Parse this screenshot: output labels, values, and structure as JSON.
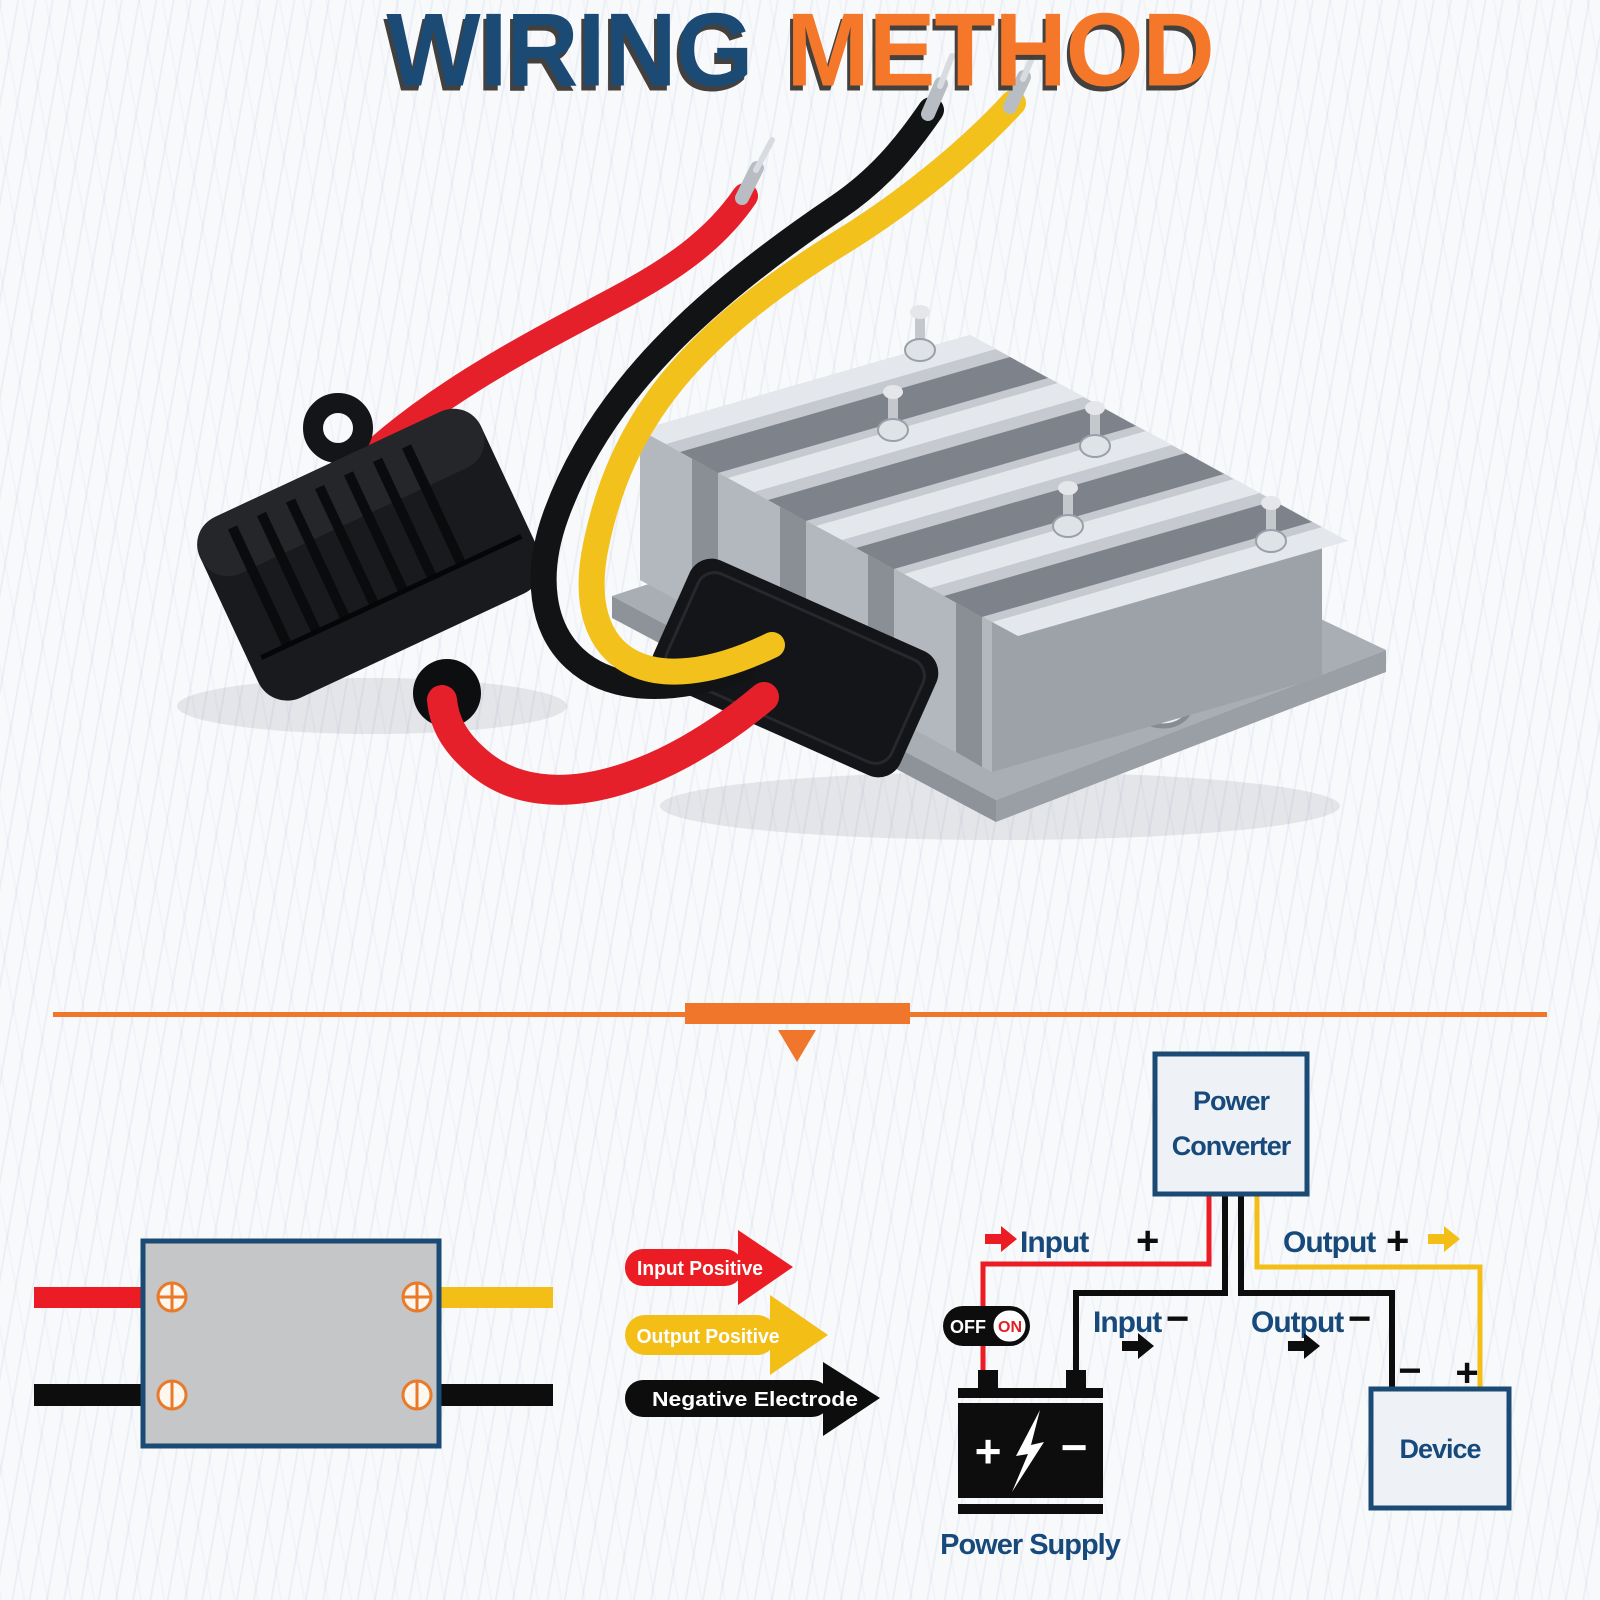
{
  "colors": {
    "navy": "#1b4a74",
    "orange": "#f0762b",
    "red": "#ec1c24",
    "yellow": "#f3bf17",
    "black": "#0d0d0d",
    "left_box_fill": "#c5c6c8",
    "diagram_box_fill": "#eef2f7",
    "screw_ring": "#e87a2a"
  },
  "title": {
    "word1": "WIRING",
    "word2": "METHOD"
  },
  "legend": {
    "items": [
      {
        "label": "Input Positive",
        "color": "#ec1c24"
      },
      {
        "label": "Output Positive",
        "color": "#f3bf17"
      },
      {
        "label": "Negative Electrode",
        "color": "#0d0d0d"
      }
    ]
  },
  "diagram": {
    "converter": {
      "line1": "Power",
      "line2": "Converter"
    },
    "labels": {
      "input_pos": {
        "text": "Input",
        "sign": "+"
      },
      "output_pos": {
        "text": "Output",
        "sign": "+"
      },
      "input_neg": {
        "text": "Input",
        "sign": "−"
      },
      "output_neg": {
        "text": "Output",
        "sign": "−"
      }
    },
    "switch": {
      "off": "OFF",
      "on": "ON"
    },
    "battery": {
      "label": "Power Supply",
      "plus": "+",
      "minus": "−"
    },
    "device": {
      "label": "Device",
      "minus": "−",
      "plus": "+"
    }
  }
}
